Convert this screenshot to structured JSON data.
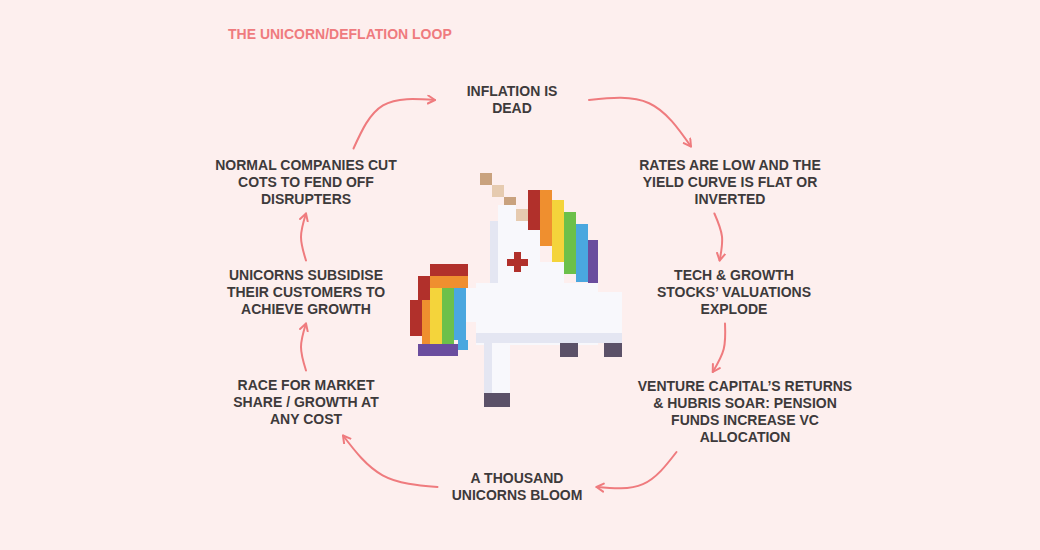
{
  "diagram": {
    "title": "THE UNICORN/DEFLATION LOOP",
    "nodes": [
      {
        "text": [
          "INFLATION IS DEAD"
        ]
      },
      {
        "text": [
          "RATES ARE LOW AND THE YIELD CURVE IS FLAT OR INVERTED"
        ]
      },
      {
        "text": [
          "TECH & GROWTH STOCKS’ VALUATIONS EXPLODE"
        ]
      },
      {
        "text": [
          "VENTURE CAPITAL’S RETURNS & HUBRIS SOAR: PENSION FUNDS INCREASE VC ALLOCATION"
        ]
      },
      {
        "text": [
          "A THOUSAND UNICORNS BLOOM"
        ]
      },
      {
        "text": [
          "RACE FOR MARKET SHARE / GROWTH AT ANY COST"
        ]
      },
      {
        "text": [
          "UNICORNS SUBSIDISE THEIR CUSTOMERS TO ACHIEVE GROWTH"
        ]
      },
      {
        "text": [
          "NORMAL COMPANIES CUT COTS TO FEND OFF DISRUPTERS"
        ]
      }
    ],
    "edges": [
      {
        "from": 0,
        "to": 1,
        "arrow": "to"
      },
      {
        "from": 1,
        "to": 2,
        "arrow": "to"
      },
      {
        "from": 2,
        "to": 3,
        "arrow": "to"
      },
      {
        "from": 3,
        "to": 4,
        "arrow": "to"
      },
      {
        "from": 4,
        "to": 5,
        "arrow": "to"
      },
      {
        "from": 5,
        "to": 6,
        "arrow": "to"
      },
      {
        "from": 6,
        "to": 7,
        "arrow": "to"
      },
      {
        "from": 7,
        "to": 0,
        "arrow": "to"
      }
    ]
  }
}
